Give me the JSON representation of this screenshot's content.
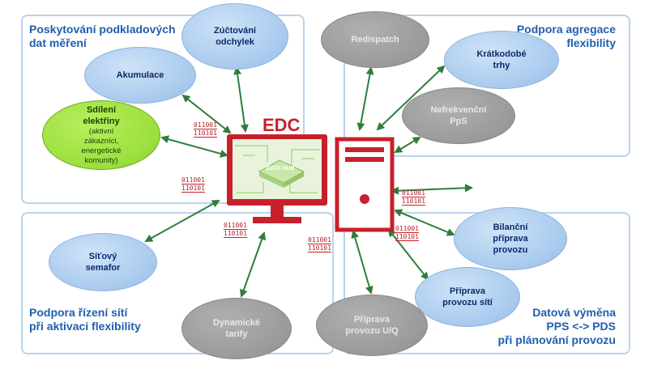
{
  "panels": {
    "top_left_title": "Poskytování podkladových\ndat měření",
    "top_right_title": "Podpora agregace\nflexibility",
    "bottom_left_title": "Podpora řízení sítí\npři aktivaci flexibility",
    "bottom_right_title": "Datová výměna\nPPS <-> PDS\npři plánování provozu"
  },
  "center": {
    "edc_label": "EDC",
    "data_hub_label": "DATA HUB",
    "binary_line1": "011001",
    "binary_line2": "110101"
  },
  "nodes": {
    "zuctovani": "Zúčtování\nodchylek",
    "akumulace": "Akumulace",
    "sdileni_title": "Sdílení\nelektřiny",
    "sdileni_sub": "(aktivní\nzákazníci,\nenergetické\nkomunity)",
    "redispatch": "Redispatch",
    "kratkodobe": "Krátkodobé\ntrhy",
    "nefrekvencni": "Nefrekvenční\nPpS",
    "sitovy_semafor": "Síťový\nsemafor",
    "dynamicke_tarify": "Dynamické\ntarify",
    "priprava_uq": "Příprava\nprovozu U/Q",
    "priprava_siti": "Příprava\nprovozu sítí",
    "bilancni": "Bilanční\npříprava\nprovozu"
  },
  "colors": {
    "accent_blue": "#1f5fae",
    "edc_red": "#c8202b",
    "arrow_green": "#2e7d3a",
    "panel_border": "#b9d3ec"
  }
}
